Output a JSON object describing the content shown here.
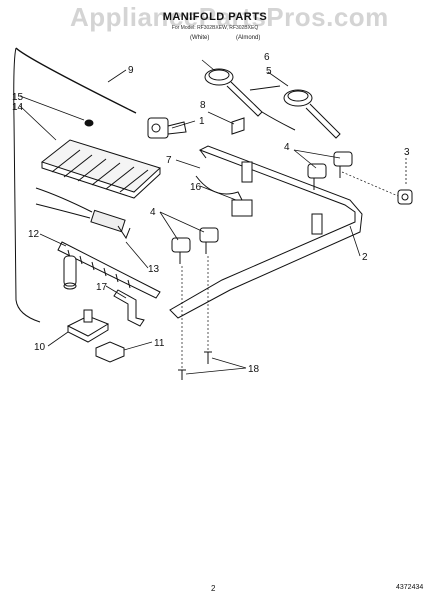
{
  "watermark": "AppliancePartsPros.com",
  "header": {
    "title": "MANIFOLD PARTS",
    "subtitle": "For Model: RF302BXEW, RF302BXEQ",
    "finish_white": "(White)",
    "finish_almond": "(Almond)"
  },
  "callouts": [
    "1",
    "2",
    "3",
    "4",
    "4",
    "5",
    "6",
    "7",
    "8",
    "9",
    "10",
    "11",
    "12",
    "13",
    "14",
    "15",
    "16",
    "17",
    "18"
  ],
  "footer": {
    "page_number": "2",
    "part_number": "4372434"
  },
  "colors": {
    "line": "#111111",
    "watermark": "#d4d4d4",
    "paper": "#ffffff"
  }
}
